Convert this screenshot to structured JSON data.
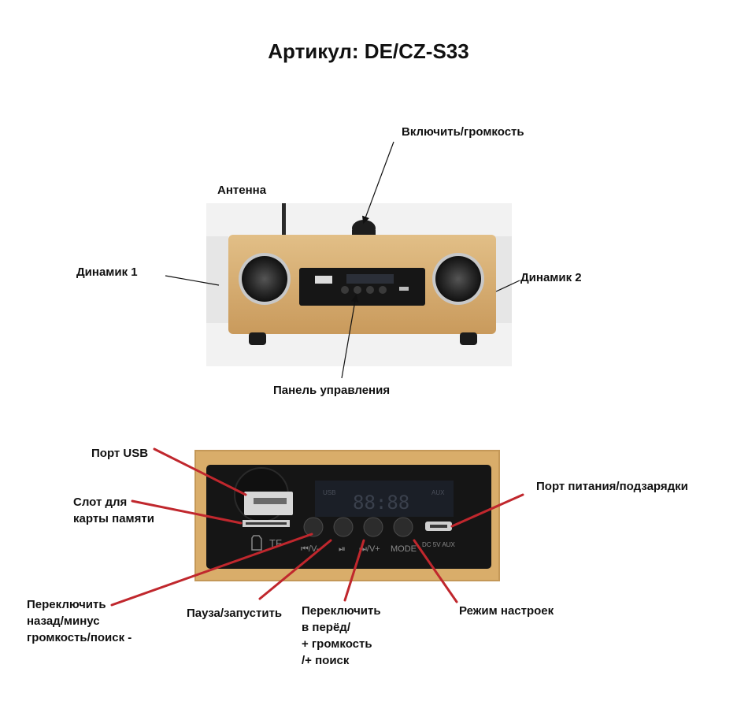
{
  "title": "Артикул: DE/CZ-S33",
  "top_labels": {
    "power_volume": "Включить/громкость",
    "antenna": "Антенна",
    "speaker1": "Динамик 1",
    "speaker2": "Динамик 2",
    "control_panel": "Панель управления"
  },
  "bottom_labels": {
    "usb_port": "Порт USB",
    "card_slot_line1": "Слот для",
    "card_slot_line2": "карты памяти",
    "power_port": "Порт питания/подзарядки",
    "prev_line1": "Переключить",
    "prev_line2": "назад/минус",
    "prev_line3": "громкость/поиск -",
    "pause_play": "Пауза/запустить",
    "next_line1": "Переключить",
    "next_line2": "в перёд/",
    "next_line3": "+ громкость",
    "next_line4": "/+ поиск",
    "mode": "Режим настроек"
  },
  "panel_markings": {
    "tf": "TF",
    "btn1": "⏮/V-",
    "btn2": "⏯",
    "btn3": "⏭/V+",
    "btn4": "MODE",
    "dc": "DC 5V AUX",
    "display": "88:88",
    "usb_ind": "USB",
    "aux_ind": "AUX"
  },
  "colors": {
    "wood": "#d8b27a",
    "panel": "#141414",
    "arrow_red": "#c0272d",
    "line_black": "#111111"
  }
}
